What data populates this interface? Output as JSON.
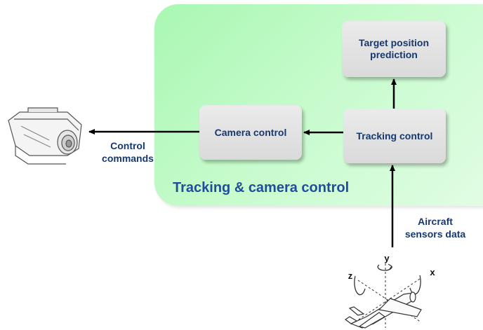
{
  "region": {
    "title": "Tracking & camera control"
  },
  "boxes": {
    "target_prediction": "Target  position\nprediction",
    "tracking_control": "Tracking control",
    "camera_control": "Camera control"
  },
  "labels": {
    "control_commands": "Control\ncommands",
    "aircraft_sensors": "Aircraft\nsensors data"
  },
  "axes": {
    "x": "x",
    "y": "y",
    "z": "z"
  },
  "colors": {
    "region_fill": "#b8f8c0",
    "title_text": "#1f4e9a",
    "box_fill": "#e2e2e2",
    "box_text": "#16386e"
  },
  "icons": [
    "camera-icon",
    "aircraft-icon"
  ]
}
